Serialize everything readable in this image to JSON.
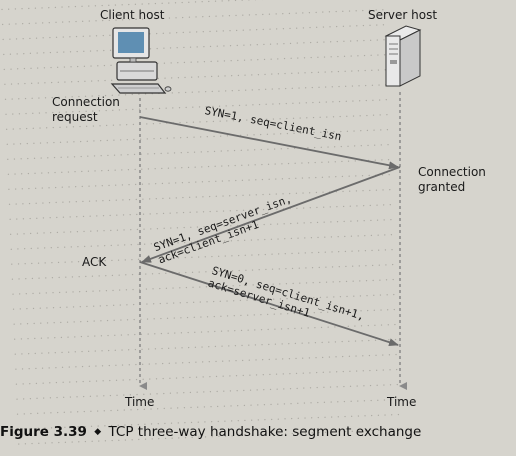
{
  "client": {
    "title": "Client host",
    "time_label": "Time"
  },
  "server": {
    "title": "Server host",
    "time_label": "Time"
  },
  "events": {
    "connection_request_line1": "Connection",
    "connection_request_line2": "request",
    "connection_granted_line1": "Connection",
    "connection_granted_line2": "granted",
    "ack": "ACK"
  },
  "segments": [
    {
      "line1": "SYN=1, seq=client_isn",
      "line2": ""
    },
    {
      "line1": "SYN=1, seq=server_isn,",
      "line2": "ack=client_isn+1"
    },
    {
      "line1": "SYN=0, seq=client_isn+1,",
      "line2": "ack=server_isn+1"
    }
  ],
  "caption": {
    "figure_number": "Figure 3.39",
    "separator": "◆",
    "text": "TCP three-way handshake: segment exchange"
  },
  "colors": {
    "accent_arrow": "#6b6b6b",
    "timeline": "#8a8a8a",
    "background": "#d6d4cd"
  },
  "icons": [
    "client-computer-icon",
    "server-tower-icon"
  ]
}
